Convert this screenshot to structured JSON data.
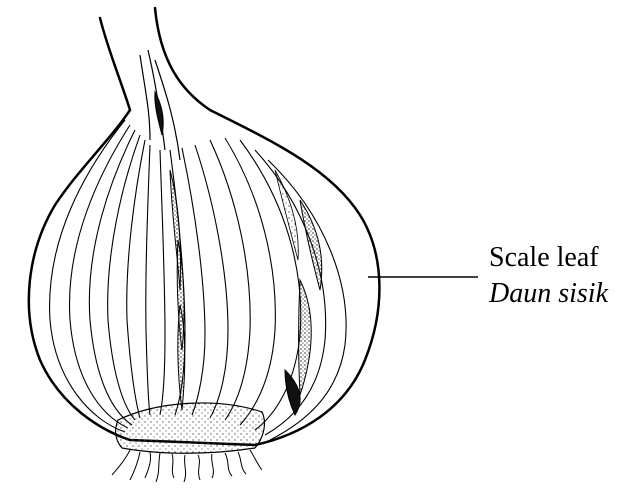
{
  "diagram": {
    "subject": "onion bulb cross-section",
    "labels": [
      {
        "id": "scale-leaf",
        "text_en": "Scale leaf",
        "text_ms": "Daun sisik"
      }
    ],
    "colors": {
      "ink": "#000000",
      "background": "#ffffff",
      "stipple": "#333333"
    }
  }
}
